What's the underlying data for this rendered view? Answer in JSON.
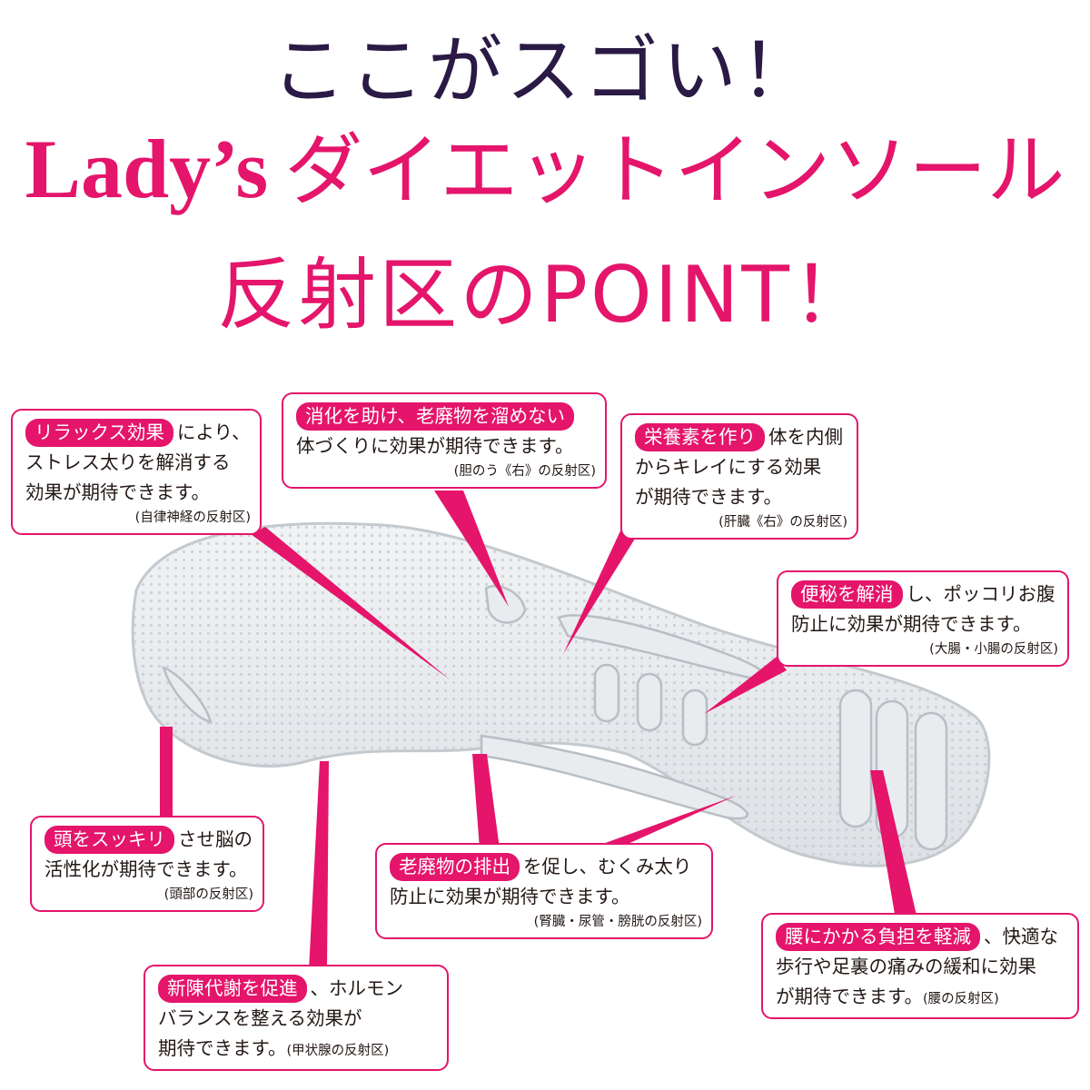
{
  "header": {
    "line1": "ここがスゴい！",
    "brand": "Lady’s",
    "product": "ダイエットインソール",
    "line3": "反射区のPOINT！"
  },
  "colors": {
    "accent": "#e4156b",
    "title_dark": "#2a1a45",
    "text": "#231815"
  },
  "callouts": {
    "relax": {
      "tag": "リラックス効果",
      "line1": "により、",
      "line2": "ストレス太りを解消する",
      "line3": "効果が期待できます。",
      "zone": "(自律神経の反射区)"
    },
    "digest": {
      "tag": "消化を助け、老廃物を溜めない",
      "line2": "体づくりに効果が期待できます。",
      "zone": "(胆のう《右》の反射区)"
    },
    "nutrient": {
      "tag": "栄養素を作り",
      "line1": "体を内側",
      "line2": "からキレイにする効果",
      "line3": "が期待できます。",
      "zone": "(肝臓《右》の反射区)"
    },
    "constipation": {
      "tag": "便秘を解消",
      "line1": "し、ポッコリお腹",
      "line2": "防止に効果が期待できます。",
      "zone": "(大腸・小腸の反射区)"
    },
    "head": {
      "tag": "頭をスッキリ",
      "line1": "させ脳の",
      "line2": "活性化が期待できます。",
      "zone": "(頭部の反射区)"
    },
    "waste": {
      "tag": "老廃物の排出",
      "line1": "を促し、むくみ太り",
      "line2": "防止に効果が期待できます。",
      "zone": "(腎臓・尿管・膀胱の反射区)"
    },
    "waist": {
      "tag": "腰にかかる負担を軽減",
      "line1": "、快適な",
      "line2": "歩行や足裏の痛みの緩和に効果",
      "line3": "が期待できます。",
      "zone": "(腰の反射区)"
    },
    "metabolism": {
      "tag": "新陳代謝を促進",
      "line1": "、ホルモン",
      "line2": "バランスを整える効果が",
      "line3": "期待できます。",
      "zone": "(甲状腺の反射区)"
    }
  }
}
